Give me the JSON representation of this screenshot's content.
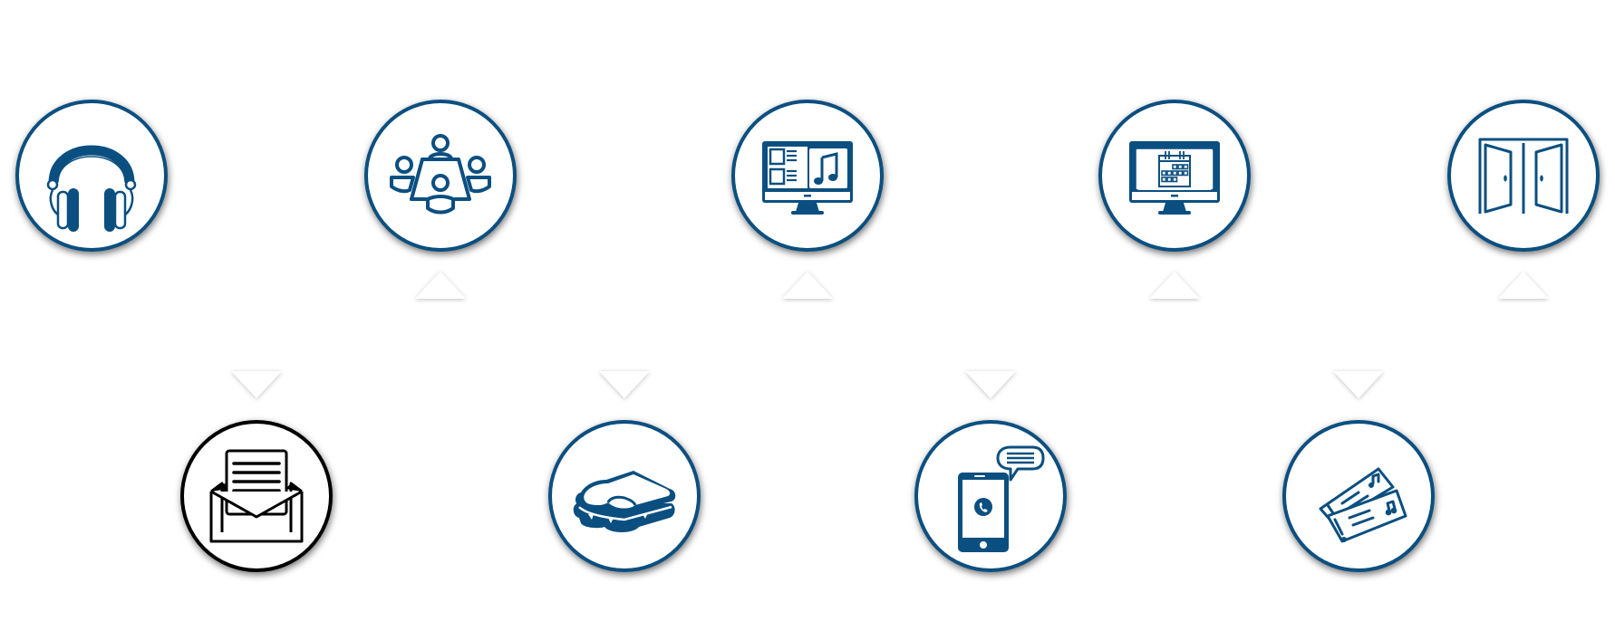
{
  "diagram": {
    "colors": {
      "accent": "#0b4f80",
      "black": "#000000",
      "arrow": "#ffffff"
    },
    "top_row": [
      {
        "id": "headphones",
        "icon": "headphones-icon",
        "color": "#0b4f80",
        "arrow_below": false
      },
      {
        "id": "meeting",
        "icon": "meeting-table-icon",
        "color": "#0b4f80",
        "arrow_below": "up"
      },
      {
        "id": "music-monitor",
        "icon": "monitor-music-icon",
        "color": "#0b4f80",
        "arrow_below": "up"
      },
      {
        "id": "calendar-monitor",
        "icon": "monitor-calendar-icon",
        "color": "#0b4f80",
        "arrow_below": "up"
      },
      {
        "id": "doors",
        "icon": "open-doors-icon",
        "color": "#0b4f80",
        "arrow_below": "up"
      }
    ],
    "bottom_row": [
      {
        "id": "envelope",
        "icon": "open-envelope-icon",
        "color": "#000000",
        "arrow_above": "down"
      },
      {
        "id": "sandwich",
        "icon": "sandwich-icon",
        "color": "#0b4f80",
        "arrow_above": "down"
      },
      {
        "id": "phone-chat",
        "icon": "phone-chat-icon",
        "color": "#0b4f80",
        "arrow_above": "down"
      },
      {
        "id": "tickets",
        "icon": "tickets-icon",
        "color": "#0b4f80",
        "arrow_above": "down"
      }
    ]
  }
}
